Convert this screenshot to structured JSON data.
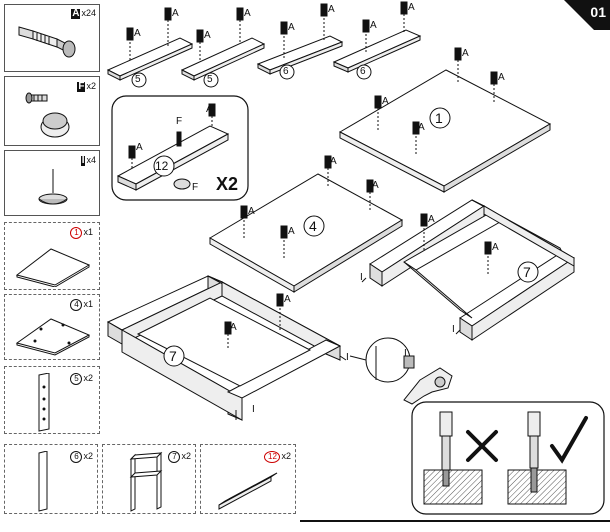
{
  "page": {
    "number": "01"
  },
  "parts": [
    {
      "code": "A",
      "qty": "x24"
    },
    {
      "code": "F",
      "qty": "x2"
    },
    {
      "code": "I",
      "qty": "x4"
    }
  ],
  "panels": [
    {
      "num": "1",
      "qty": "x1"
    },
    {
      "num": "4",
      "qty": "x1"
    },
    {
      "num": "5",
      "qty": "x2"
    },
    {
      "num": "6",
      "qty": "x2"
    },
    {
      "num": "7",
      "qty": "x2"
    },
    {
      "num": "12",
      "qty": "x2"
    }
  ],
  "callouts": {
    "A": "A",
    "F": "F",
    "I": "I",
    "p1": "1",
    "p4": "4",
    "p5": "5",
    "p6": "6",
    "p7": "7",
    "p12": "12",
    "x2": "X2"
  },
  "colors": {
    "ink": "#111111",
    "accent_red": "#cc0000",
    "page_corner": "#111111"
  }
}
